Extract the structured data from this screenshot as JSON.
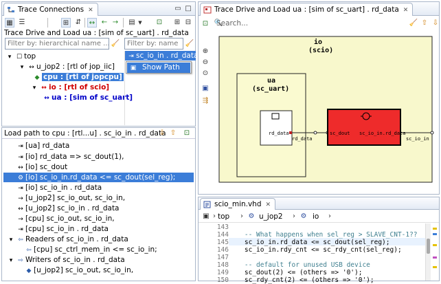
{
  "trace_view": {
    "title": "Trace Connections",
    "subtitle": "Trace Drive and Load ua : [sim of sc_uart] . rd_data",
    "filter_hier_placeholder": "Filter by: hierarchical name ...",
    "filter_name_placeholder": "Filter by: name",
    "tree": [
      {
        "label": "top"
      },
      {
        "label": "u_jop2 : [rtl of jop_iic]"
      },
      {
        "label": "cpu : [rtl of jopcpu]"
      },
      {
        "label": "io : [rtl of scio]"
      },
      {
        "label": "ua : [sim of sc_uart]"
      }
    ],
    "name_list_item": "sc_io_in . rd_data",
    "show_path_label": "Show Path"
  },
  "load_path": {
    "title": "Load path to cpu : [rtl...u] . sc_io_in . rd_data",
    "rows": [
      "[ua] rd_data",
      "[io] rd_data => sc_dout(1),",
      "[io] sc_dout",
      "[io] sc_io_in.rd_data <= sc_dout(sel_reg);",
      "[io] sc_io_in . rd_data",
      "[u_jop2] sc_io_out, sc_io_in,",
      "[u_jop2] sc_io_in . rd_data",
      "[cpu] sc_io_out, sc_io_in,",
      "[cpu] sc_io_in . rd_data",
      "Readers of sc_io_in . rd_data",
      "[cpu] sc_ctrl_mem_in <= sc_io_in;",
      "Writers of sc_io_in . rd_data",
      "[u_jop2] sc_io_out, sc_io_in,"
    ]
  },
  "diagram": {
    "tab_title": "Trace Drive and Load ua : [sim of sc_uart] . rd_data",
    "search_placeholder": "Search...",
    "io_title": "io",
    "io_sub": "(scio)",
    "ua_title": "ua",
    "ua_sub": "(sc_uart)",
    "rd_data_port": "rd_data",
    "wire_label": "rd_data",
    "sc_dout_label": "sc_dout",
    "sc_io_in_rd_data_label": "sc_io_in.rd_data",
    "sc_io_in_out": "sc_io_in",
    "colors": {
      "io_fill": "#f8f8cc",
      "ua_fill": "#fafad0",
      "red_block": "#ee2b2b"
    }
  },
  "editor": {
    "tab_title": "scio_min.vhd",
    "breadcrumb": [
      "top",
      "u_jop2",
      "io"
    ],
    "lines": [
      {
        "n": "143",
        "t": ""
      },
      {
        "n": "144",
        "t": "    -- What happens when sel_reg > SLAVE_CNT-1??"
      },
      {
        "n": "145",
        "t": "    sc_io_in.rd_data <= sc_dout(sel_reg);"
      },
      {
        "n": "146",
        "t": "    sc_io_in.rdy_cnt <= sc_rdy_cnt(sel_reg);"
      },
      {
        "n": "147",
        "t": ""
      },
      {
        "n": "148",
        "t": "    -- default for unused USB device"
      },
      {
        "n": "149",
        "t": "    sc_dout(2) <= (others => '0');"
      },
      {
        "n": "150",
        "t": "    sc_rdy_cnt(2) <= (others => '0');"
      }
    ]
  }
}
